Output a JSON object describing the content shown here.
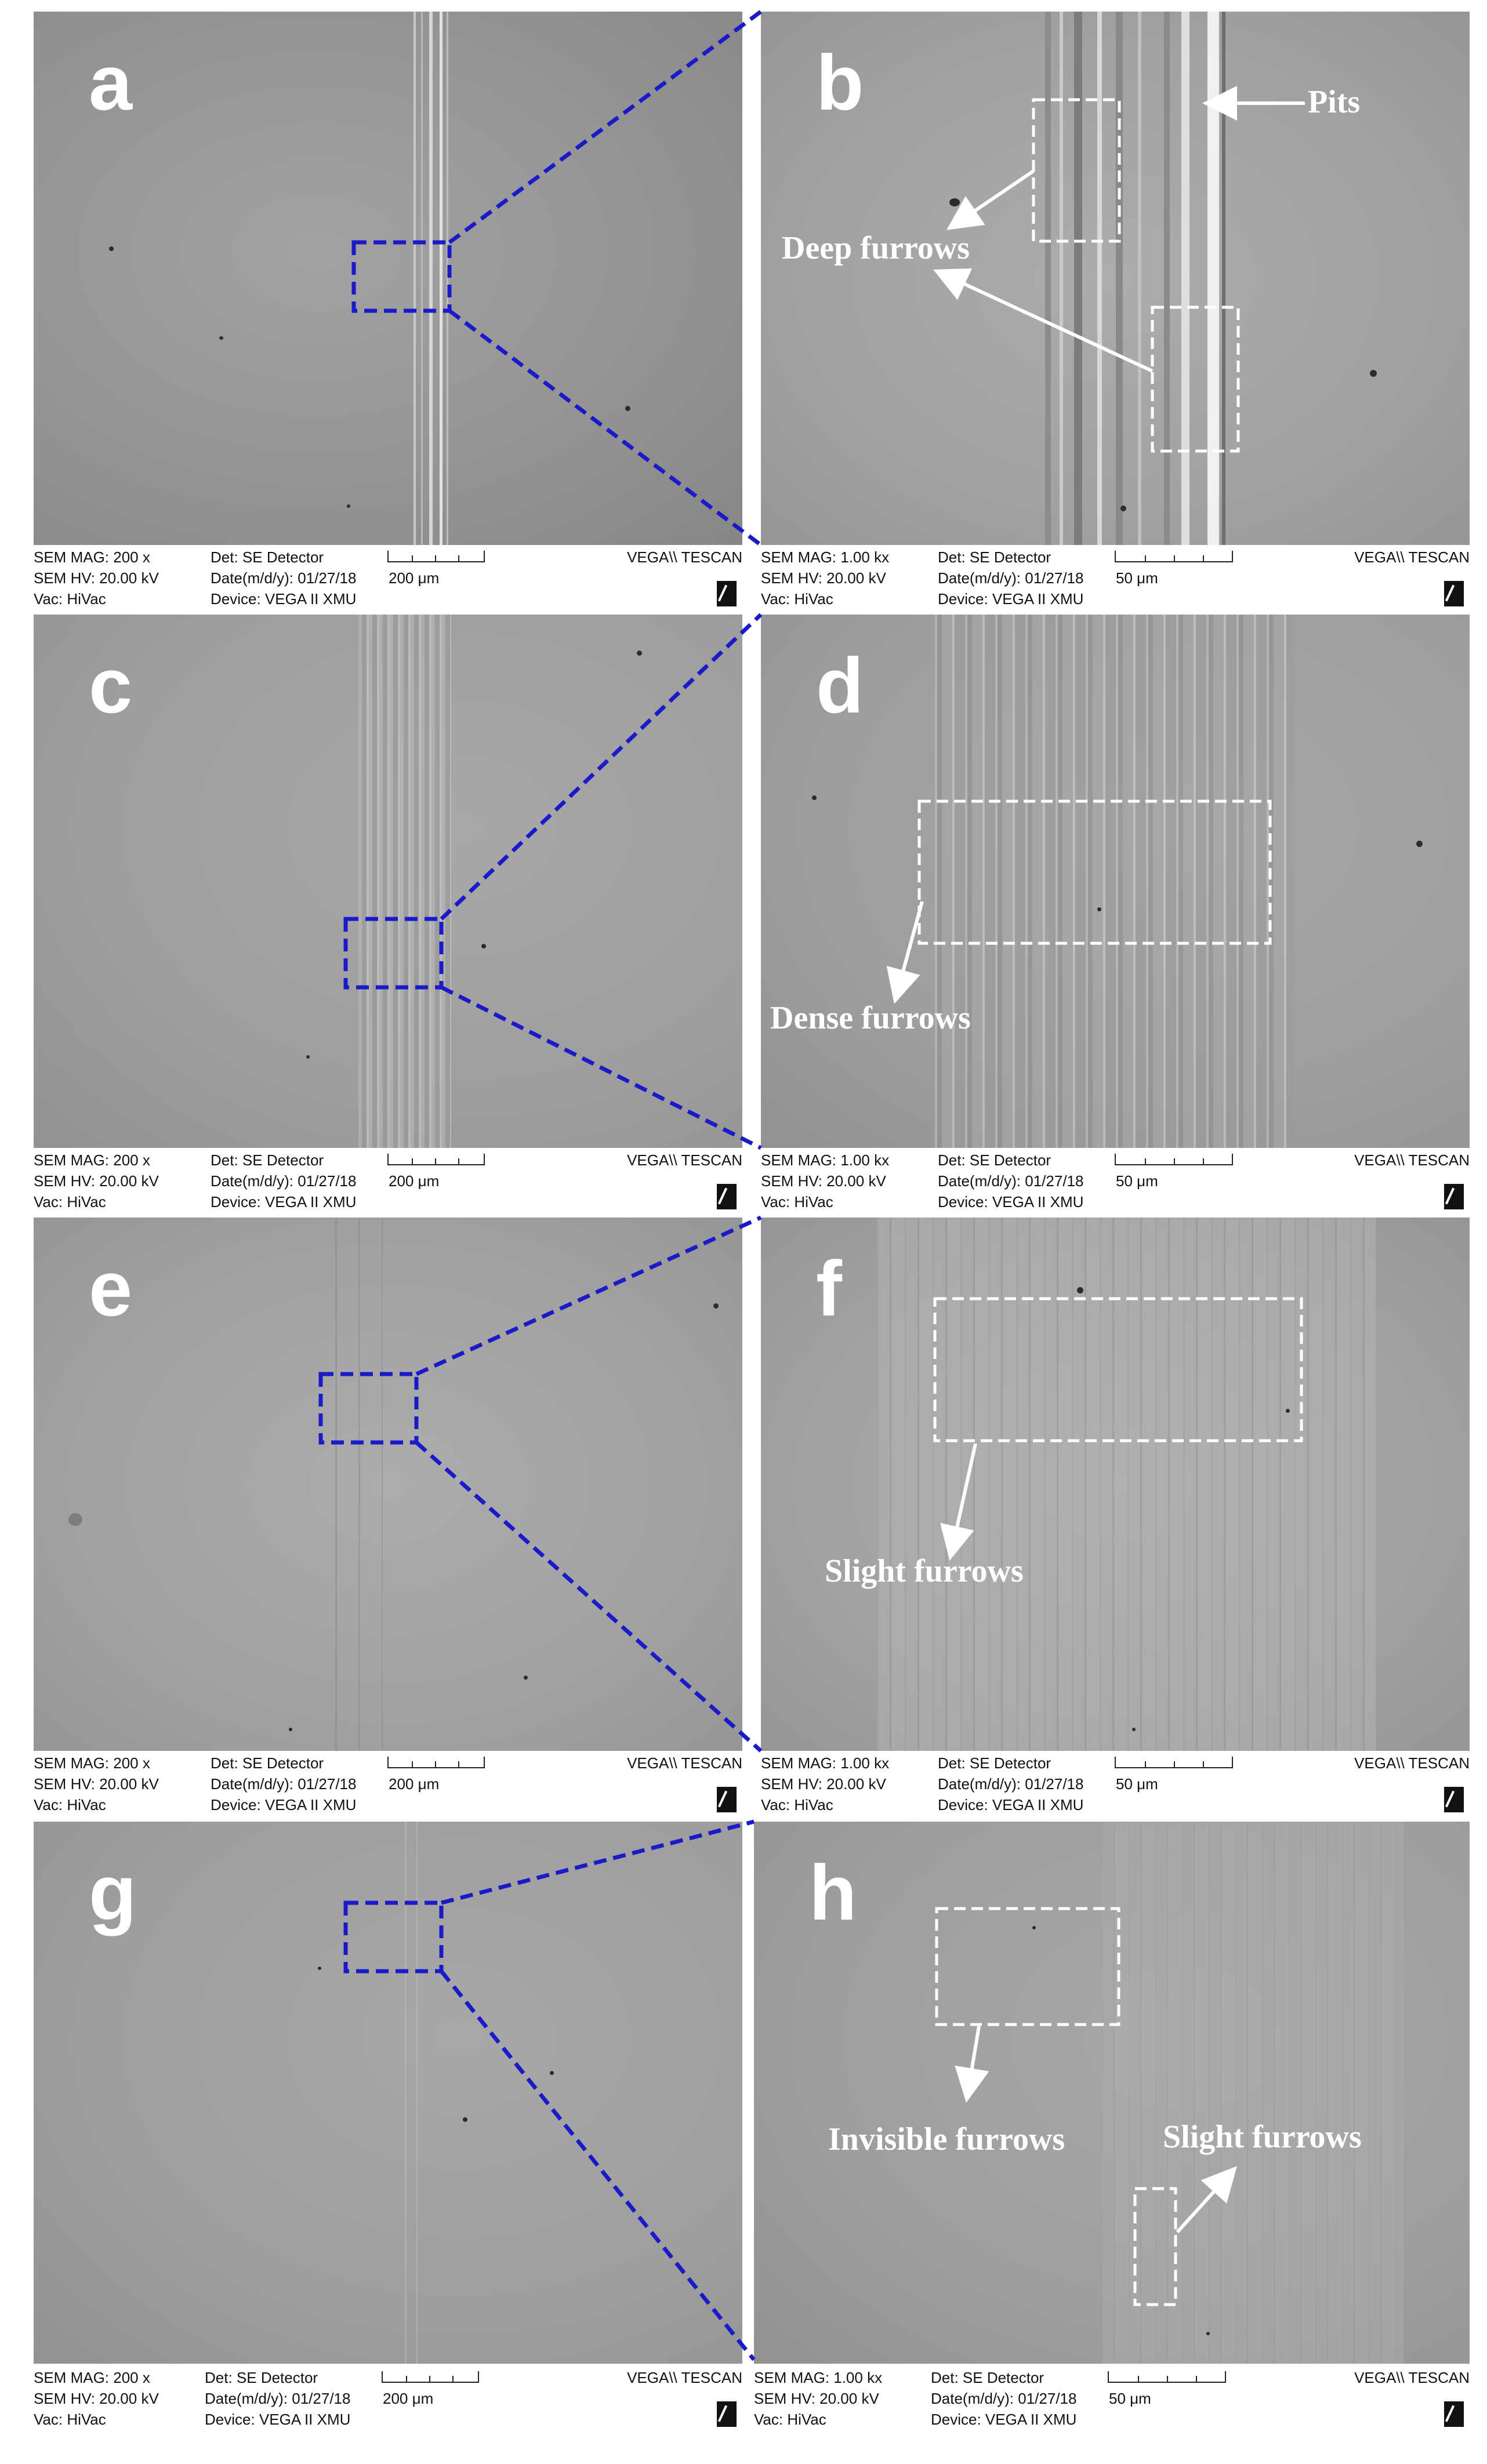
{
  "panels": [
    {
      "letter": "a",
      "mag": "SEM MAG: 200 x",
      "hv": "SEM HV: 20.00 kV",
      "vac": "Vac: HiVac",
      "det": "Det: SE Detector",
      "date": "Date(m/d/y): 01/27/18",
      "device": "Device: VEGA II XMU",
      "scale": "200 μm",
      "brand": "VEGA\\\\ TESCAN"
    },
    {
      "letter": "b",
      "mag": "SEM MAG: 1.00 kx",
      "hv": "SEM HV: 20.00 kV",
      "vac": "Vac: HiVac",
      "det": "Det: SE Detector",
      "date": "Date(m/d/y): 01/27/18",
      "device": "Device: VEGA II XMU",
      "scale": "50 μm",
      "brand": "VEGA\\\\ TESCAN"
    },
    {
      "letter": "c",
      "mag": "SEM MAG: 200 x",
      "hv": "SEM HV: 20.00 kV",
      "vac": "Vac: HiVac",
      "det": "Det: SE Detector",
      "date": "Date(m/d/y): 01/27/18",
      "device": "Device: VEGA II XMU",
      "scale": "200 μm",
      "brand": "VEGA\\\\ TESCAN"
    },
    {
      "letter": "d",
      "mag": "SEM MAG: 1.00 kx",
      "hv": "SEM HV: 20.00 kV",
      "vac": "Vac: HiVac",
      "det": "Det: SE Detector",
      "date": "Date(m/d/y): 01/27/18",
      "device": "Device: VEGA II XMU",
      "scale": "50 μm",
      "brand": "VEGA\\\\ TESCAN"
    },
    {
      "letter": "e",
      "mag": "SEM MAG: 200 x",
      "hv": "SEM HV: 20.00 kV",
      "vac": "Vac: HiVac",
      "det": "Det: SE Detector",
      "date": "Date(m/d/y): 01/27/18",
      "device": "Device: VEGA II XMU",
      "scale": "200 μm",
      "brand": "VEGA\\\\ TESCAN"
    },
    {
      "letter": "f",
      "mag": "SEM MAG: 1.00 kx",
      "hv": "SEM HV: 20.00 kV",
      "vac": "Vac: HiVac",
      "det": "Det: SE Detector",
      "date": "Date(m/d/y): 01/27/18",
      "device": "Device: VEGA II XMU",
      "scale": "50 μm",
      "brand": "VEGA\\\\ TESCAN"
    },
    {
      "letter": "g",
      "mag": "SEM MAG: 200 x",
      "hv": "SEM HV: 20.00 kV",
      "vac": "Vac: HiVac",
      "det": "Det: SE Detector",
      "date": "Date(m/d/y): 01/27/18",
      "device": "Device: VEGA II XMU",
      "scale": "200 μm",
      "brand": "VEGA\\\\ TESCAN"
    },
    {
      "letter": "h",
      "mag": "SEM MAG: 1.00 kx",
      "hv": "SEM HV: 20.00 kV",
      "vac": "Vac: HiVac",
      "det": "Det: SE Detector",
      "date": "Date(m/d/y): 01/27/18",
      "device": "Device: VEGA II XMU",
      "scale": "50 μm",
      "brand": "VEGA\\\\ TESCAN"
    }
  ],
  "annotations": {
    "pits": "Pits",
    "deep_furrows": "Deep furrows",
    "dense_furrows": "Dense furrows",
    "slight_furrows_f": "Slight furrows",
    "invisible_furrows": "Invisible  furrows",
    "slight_furrows_h": "Slight furrows"
  },
  "colors": {
    "zoom_lines": "#1a1ac8",
    "region_boxes": "#ffffff",
    "background": "#ffffff"
  }
}
